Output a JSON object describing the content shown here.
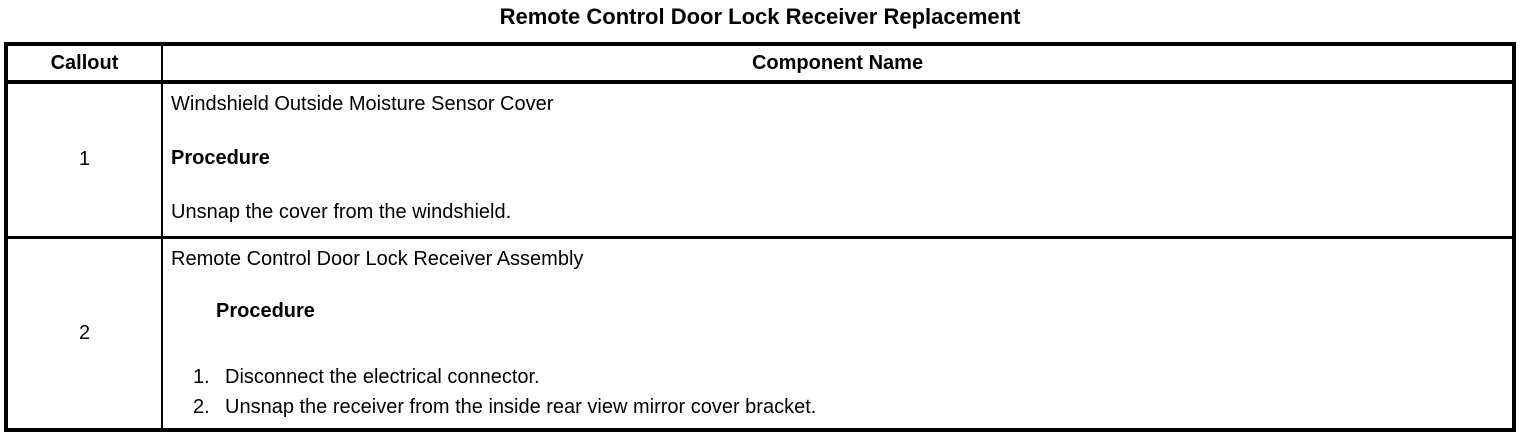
{
  "page": {
    "title": "Remote Control Door Lock Receiver Replacement"
  },
  "table": {
    "headers": {
      "callout": "Callout",
      "component": "Component Name"
    },
    "rows": [
      {
        "callout": "1",
        "component_name": "Windshield Outside Moisture Sensor Cover",
        "procedure_label": "Procedure",
        "procedure_text": "Unsnap the cover from the windshield."
      },
      {
        "callout": "2",
        "component_name": "Remote Control Door Lock Receiver Assembly",
        "procedure_label": "Procedure",
        "steps": [
          {
            "num": "1.",
            "text": "Disconnect the electrical connector."
          },
          {
            "num": "2.",
            "text": "Unsnap the receiver from the inside rear view mirror cover bracket."
          }
        ]
      }
    ]
  },
  "colors": {
    "border": "#000000",
    "text": "#000000",
    "background": "#ffffff"
  }
}
